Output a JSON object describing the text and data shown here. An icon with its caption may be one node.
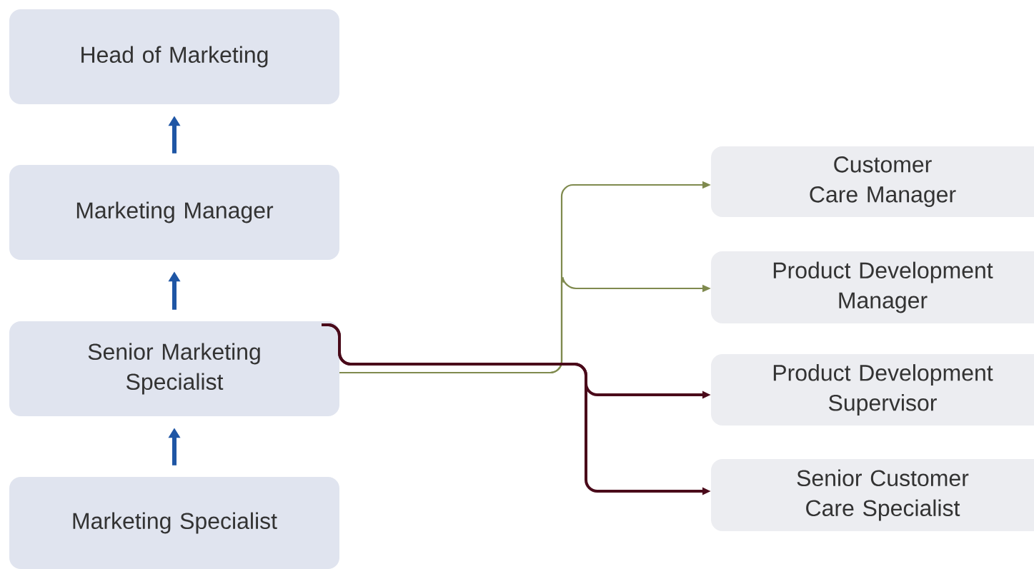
{
  "diagram": {
    "nodes": [
      {
        "text": [
          "Head of Marketing"
        ]
      },
      {
        "text": [
          "Marketing Manager"
        ]
      },
      {
        "text": [
          "Senior Marketing Specialist"
        ]
      },
      {
        "text": [
          "Marketing Specialist"
        ]
      },
      {
        "text": [
          "Customer Care Manager"
        ]
      },
      {
        "text": [
          "Product Development Manager"
        ]
      },
      {
        "text": [
          "Product Development Supervisor"
        ]
      },
      {
        "text": [
          "Senior Customer Care Specialist"
        ]
      }
    ],
    "edges": [
      {
        "from": 3,
        "to": 2,
        "arrow": "to"
      },
      {
        "from": 2,
        "to": 1,
        "arrow": "to"
      },
      {
        "from": 1,
        "to": 0,
        "arrow": "to"
      },
      {
        "from": 2,
        "to": 4,
        "arrow": "to",
        "color": "#7f8a4e"
      },
      {
        "from": 2,
        "to": 5,
        "arrow": "to",
        "color": "#7f8a4e"
      },
      {
        "from": 2,
        "to": 6,
        "arrow": "to",
        "color": "#4a0a1a"
      },
      {
        "from": 2,
        "to": 7,
        "arrow": "to",
        "color": "#4a0a1a"
      }
    ]
  }
}
